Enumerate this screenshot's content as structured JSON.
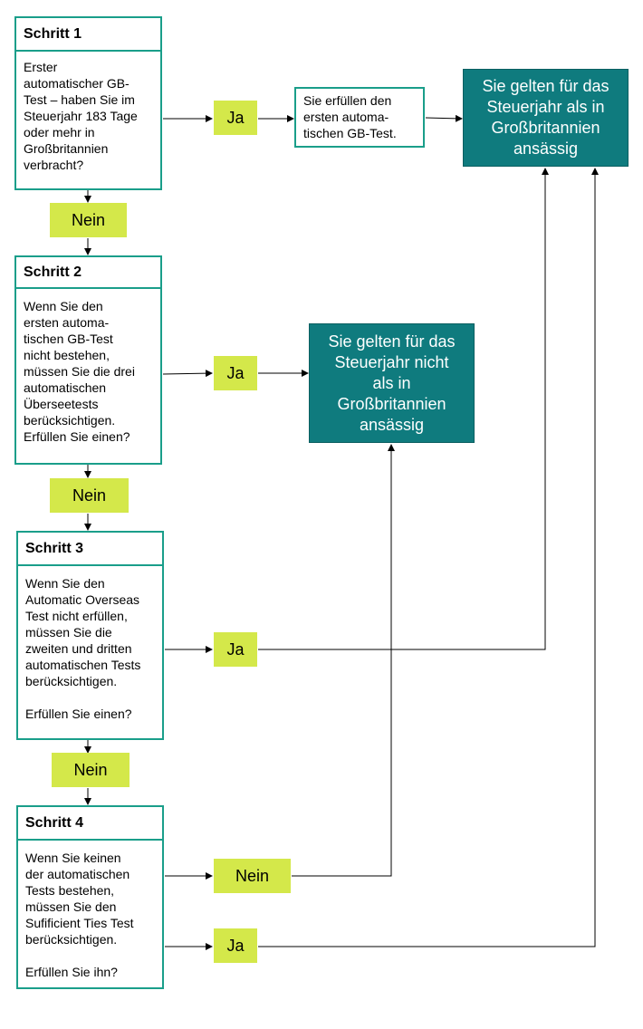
{
  "steps": [
    {
      "title": "Schritt 1",
      "text": "Erster\nautomatischer GB-\nTest – haben Sie im\nSteuerjahr 183 Tage\noder mehr in\nGroßbritannien\nverbracht?"
    },
    {
      "title": "Schritt 2",
      "text": "Wenn Sie den\nersten automa-\ntischen GB-Test\nnicht bestehen,\nmüssen Sie die drei\nautomatischen\nÜberseetests\nberücksichtigen.\nErfüllen Sie einen?"
    },
    {
      "title": "Schritt 3",
      "text": "Wenn Sie den\nAutomatic Overseas\nTest nicht erfüllen,\nmüssen Sie die\nzweiten und dritten\nautomatischen Tests\nberücksichtigen.\n\nErfüllen Sie einen?"
    },
    {
      "title": "Schritt 4",
      "text": "Wenn Sie keinen\nder automatischen\nTests bestehen,\nmüssen Sie den\nSufificient Ties Test\nberücksichtigen.\n\nErfüllen Sie ihn?"
    }
  ],
  "labels": {
    "ja": "Ja",
    "nein": "Nein"
  },
  "note_step1": "Sie erfüllen den\nersten automa-\ntischen GB-Test.",
  "result_resident": "Sie gelten für das\nSteuerjahr als in\nGroßbritannien\nansässig",
  "result_nonresident": "Sie gelten für das\nSteuerjahr nicht\nals  in\nGroßbritannien\nansässig",
  "colors": {
    "teal_border": "#1a9e8a",
    "teal_fill": "#0f7b7e",
    "lime": "#d4e84a"
  }
}
